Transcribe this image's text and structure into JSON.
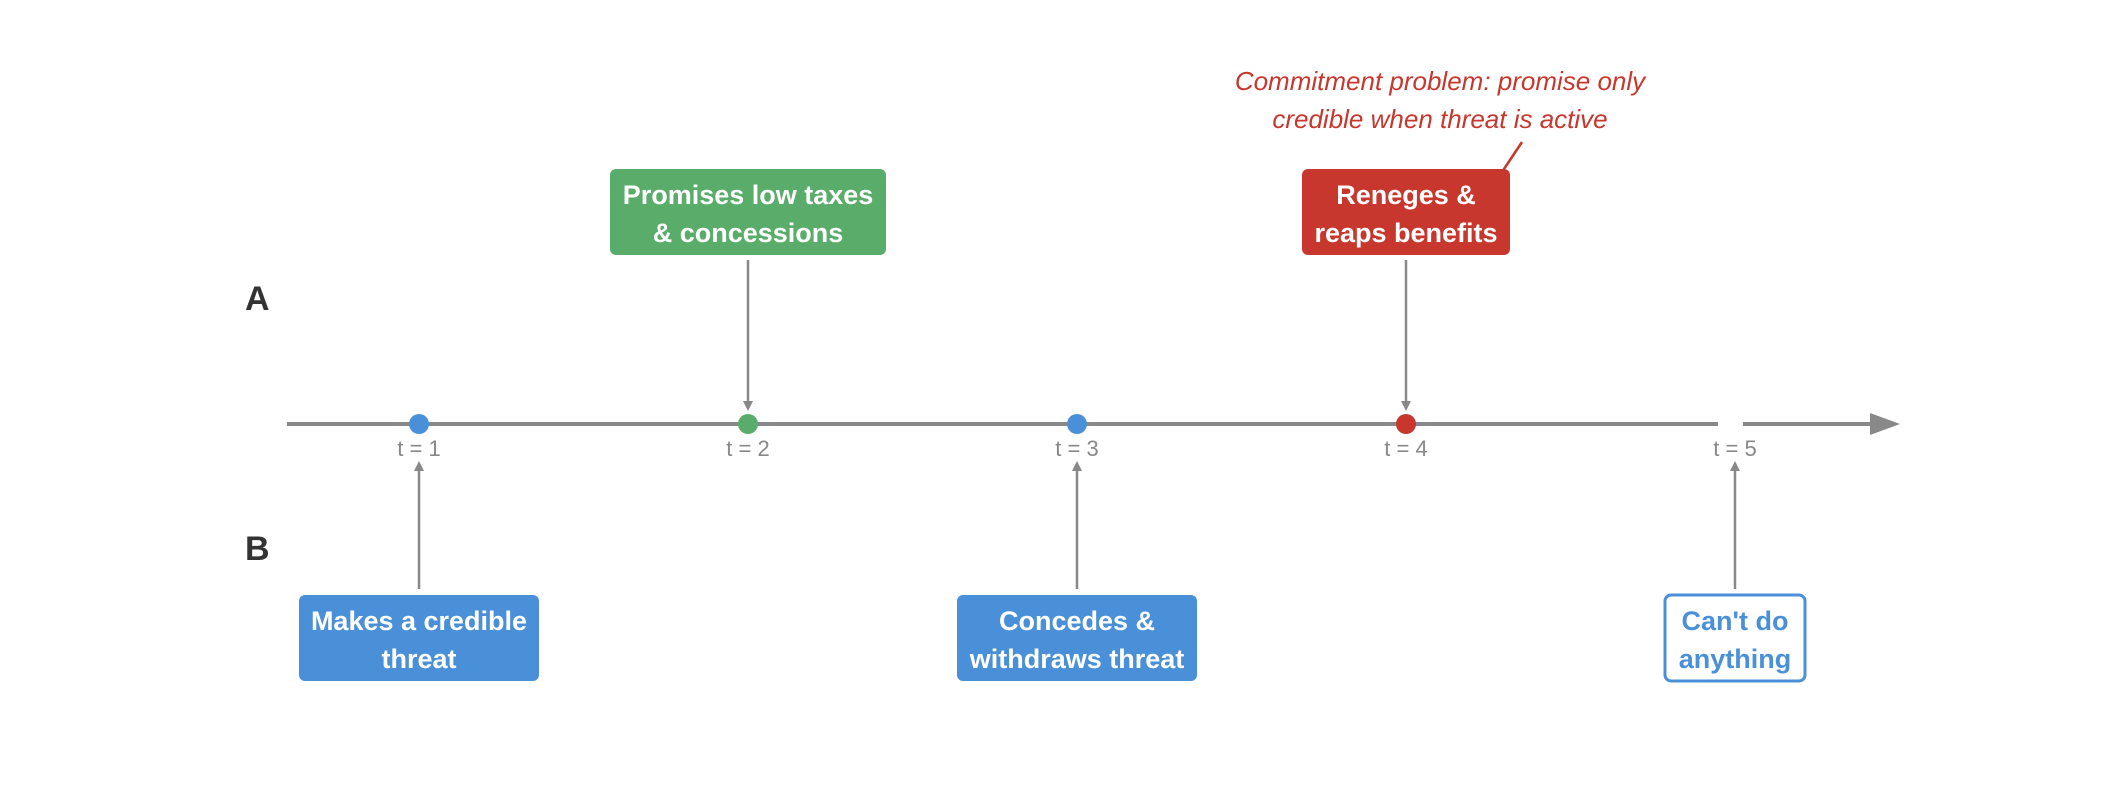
{
  "rows": {
    "a": "A",
    "b": "B"
  },
  "ticks": [
    "t = 1",
    "t = 2",
    "t = 3",
    "t = 4",
    "t = 5"
  ],
  "colors": {
    "blue": "#4a90d9",
    "green": "#5aac6a",
    "red": "#c8372d",
    "axis": "#888888",
    "text_dark": "#333333"
  },
  "points": [
    {
      "tick": "t = 1",
      "color": "blue"
    },
    {
      "tick": "t = 2",
      "color": "green"
    },
    {
      "tick": "t = 3",
      "color": "blue"
    },
    {
      "tick": "t = 4",
      "color": "red"
    }
  ],
  "a_boxes": [
    {
      "tick": "t = 2",
      "lines": [
        "Promises low taxes",
        "& concessions"
      ],
      "style": "filled",
      "color": "green"
    },
    {
      "tick": "t = 4",
      "lines": [
        "Reneges &",
        "reaps benefits"
      ],
      "style": "filled",
      "color": "red"
    }
  ],
  "b_boxes": [
    {
      "tick": "t = 1",
      "lines": [
        "Makes a credible",
        "threat"
      ],
      "style": "filled",
      "color": "blue"
    },
    {
      "tick": "t = 3",
      "lines": [
        "Concedes &",
        "withdraws threat"
      ],
      "style": "filled",
      "color": "blue"
    },
    {
      "tick": "t = 5",
      "lines": [
        "Can't do",
        "anything"
      ],
      "style": "outline",
      "color": "blue"
    }
  ],
  "annotation": {
    "lines": [
      "Commitment problem: promise only",
      "credible when threat is active"
    ],
    "color": "red"
  }
}
